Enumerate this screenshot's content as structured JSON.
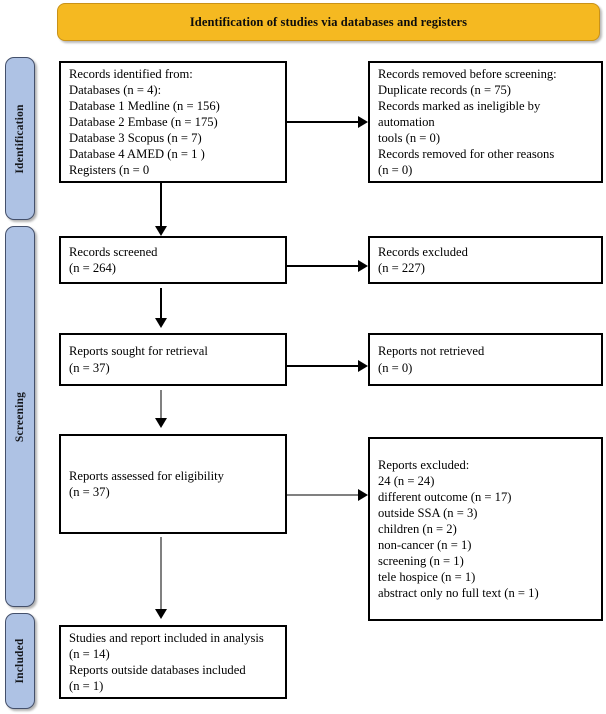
{
  "banner": {
    "title": "Identification of studies via databases and registers"
  },
  "phases": [
    {
      "id": "identification",
      "label": "Identification"
    },
    {
      "id": "screening",
      "label": "Screening"
    },
    {
      "id": "included",
      "label": "Included"
    }
  ],
  "boxes": {
    "records_identified": {
      "name": "records-identified-box",
      "lines": [
        "Records identified from:",
        "Databases (n = 4):",
        "Database 1 Medline (n = 156)",
        "Database 2 Embase (n = 175)",
        "Database 3 Scopus (n = 7)",
        "Database 4 AMED (n = 1 )",
        "Registers (n = 0"
      ]
    },
    "records_removed": {
      "name": "records-removed-box",
      "lines": [
        "Records removed before screening:",
        "Duplicate records (n = 75)",
        "Records marked as ineligible by",
        "automation",
        "tools (n = 0)",
        "Records removed for other reasons",
        "(n = 0)"
      ]
    },
    "records_screened": {
      "name": "records-screened-box",
      "lines": [
        "Records screened",
        "(n = 264)"
      ]
    },
    "records_excluded": {
      "name": "records-excluded-box",
      "lines": [
        "Records excluded",
        "(n = 227)"
      ]
    },
    "reports_sought": {
      "name": "reports-sought-box",
      "lines": [
        "Reports sought for retrieval",
        "(n = 37)"
      ]
    },
    "reports_not_retrieved": {
      "name": "reports-not-retrieved-box",
      "lines": [
        "Reports not retrieved",
        "(n = 0)"
      ]
    },
    "reports_assessed": {
      "name": "reports-assessed-box",
      "lines": [
        "Reports assessed for eligibility",
        "(n = 37)"
      ]
    },
    "reports_excluded": {
      "name": "reports-excluded-box",
      "lines": [
        "Reports excluded:",
        "24 (n = 24)",
        "different outcome (n = 17)",
        "outside SSA (n = 3)",
        "children (n = 2)",
        "non-cancer (n = 1)",
        "screening (n = 1)",
        "tele hospice (n = 1)",
        "abstract only no full text (n = 1)"
      ]
    },
    "studies_included": {
      "name": "studies-included-box",
      "lines": [
        "Studies and report included in analysis",
        "(n = 14)",
        "Reports outside databases included",
        "(n = 1)"
      ]
    }
  },
  "colors": {
    "banner_fill": "#F5B921",
    "phase_fill": "#AEC2E4",
    "box_border": "#000000",
    "connector_black": "#000000",
    "connector_gray": "#808080"
  }
}
